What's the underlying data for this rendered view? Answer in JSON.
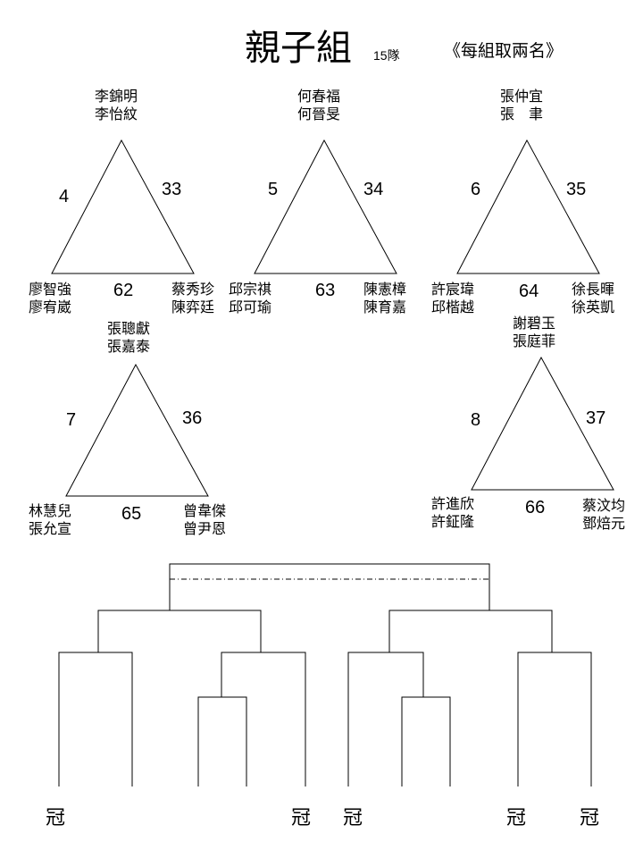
{
  "header": {
    "title": "親子組",
    "team_count": "15隊",
    "rule": "《每組取兩名》"
  },
  "groups": [
    {
      "top": [
        "李錦明",
        "李怡紋"
      ],
      "left": [
        "廖智強",
        "廖宥崴"
      ],
      "right": [
        "蔡秀珍",
        "陳弈廷"
      ],
      "left_edge": "4",
      "right_edge": "33",
      "bottom_edge": "62"
    },
    {
      "top": [
        "何春福",
        "何晉旻"
      ],
      "left": [
        "邱宗祺",
        "邱可瑜"
      ],
      "right": [
        "陳憲樟",
        "陳育嘉"
      ],
      "left_edge": "5",
      "right_edge": "34",
      "bottom_edge": "63"
    },
    {
      "top": [
        "張仲宜",
        "張　聿"
      ],
      "left": [
        "許宸瑋",
        "邱楷越"
      ],
      "right": [
        "徐長暉",
        "徐英凱"
      ],
      "left_edge": "6",
      "right_edge": "35",
      "bottom_edge": "64"
    },
    {
      "top": [
        "張聰獻",
        "張嘉泰"
      ],
      "left": [
        "林慧兒",
        "張允宣"
      ],
      "right": [
        "曾韋傑",
        "曾尹恩"
      ],
      "left_edge": "7",
      "right_edge": "36",
      "bottom_edge": "65"
    },
    {
      "top": [
        "謝碧玉",
        "張庭菲"
      ],
      "left": [
        "許進欣",
        "許鉦隆"
      ],
      "right": [
        "蔡汶均",
        "鄧焙元"
      ],
      "left_edge": "8",
      "right_edge": "37",
      "bottom_edge": "66"
    }
  ],
  "bracket": {
    "slot_labels": [
      "冠",
      "冠",
      "冠",
      "冠",
      "冠"
    ]
  }
}
